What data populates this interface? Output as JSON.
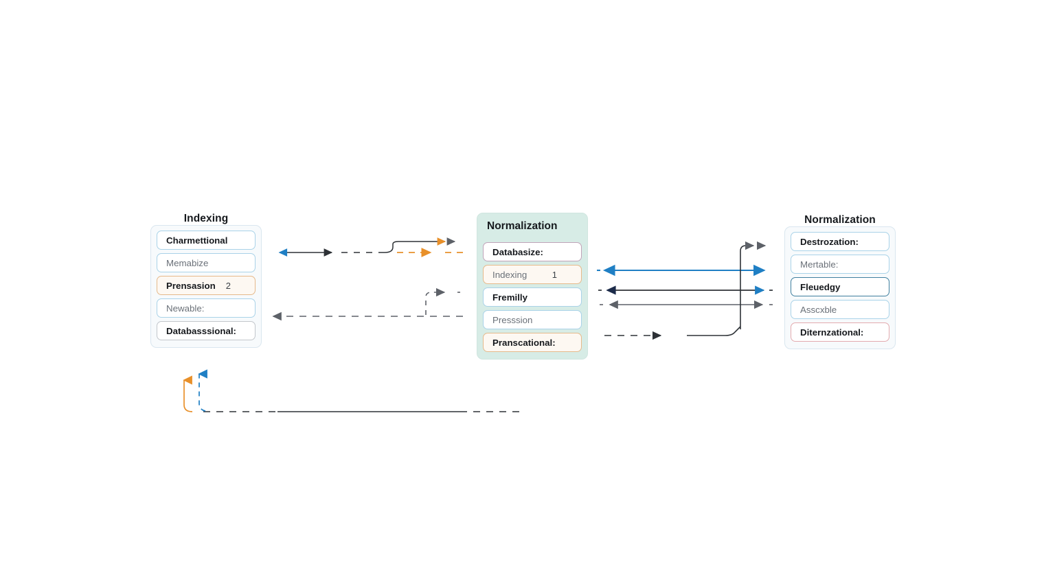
{
  "diagram": {
    "background_color": "#ffffff",
    "accent_blue": "#1f7fc4",
    "accent_orange": "#e8902a",
    "accent_gray": "#5d6168",
    "accent_dark": "#1c2b4a"
  },
  "panels": [
    {
      "id": "indexing",
      "title": "Indexing",
      "title_inside": false,
      "container_style": "plain",
      "cards": [
        {
          "label": "Charmettional",
          "value": "",
          "border": "b-blue",
          "emphasis": "bold"
        },
        {
          "label": "Memabize",
          "value": "",
          "border": "b-blue",
          "emphasis": "muted"
        },
        {
          "label": "Prensasion",
          "value": "2",
          "border": "b-orange",
          "emphasis": "bold"
        },
        {
          "label": "Newable:",
          "value": "",
          "border": "b-blue",
          "emphasis": "muted"
        },
        {
          "label": "Databasssional:",
          "value": "",
          "border": "b-gray",
          "emphasis": "bold"
        }
      ]
    },
    {
      "id": "normalization",
      "title": "Normalization",
      "title_inside": true,
      "container_style": "tinted",
      "cards": [
        {
          "label": "Databasize:",
          "value": "",
          "border": "b-purple",
          "emphasis": "bold"
        },
        {
          "label": "Indexing",
          "value": "1",
          "border": "b-orange",
          "emphasis": "muted"
        },
        {
          "label": "Fremilly",
          "value": "",
          "border": "b-blue",
          "emphasis": "bold"
        },
        {
          "label": "Presssion",
          "value": "",
          "border": "b-blue",
          "emphasis": "muted"
        },
        {
          "label": "Pranscational:",
          "value": "",
          "border": "b-orange",
          "emphasis": "bold"
        }
      ]
    },
    {
      "id": "normalization2",
      "title": "Normalization",
      "title_inside": false,
      "container_style": "plain",
      "cards": [
        {
          "label": "Destrozation:",
          "value": "",
          "border": "b-blue",
          "emphasis": "bold"
        },
        {
          "label": "Mertable:",
          "value": "",
          "border": "b-blue",
          "emphasis": "muted"
        },
        {
          "label": "Fleuedgy",
          "value": "",
          "border": "b-blue-st",
          "emphasis": "bold"
        },
        {
          "label": "Asscxble",
          "value": "",
          "border": "b-blue",
          "emphasis": "muted"
        },
        {
          "label": "Diternzational:",
          "value": "",
          "border": "b-pink",
          "emphasis": "bold"
        }
      ]
    }
  ],
  "connectors": [
    {
      "name": "left-top-solid-return",
      "color": "#2d3136",
      "style": "solid",
      "direction": "left"
    },
    {
      "name": "left-top-orange-dashed",
      "color": "#e8902a",
      "style": "dashed",
      "direction": "right"
    },
    {
      "name": "left-lower-dashed-return",
      "color": "#5d6168",
      "style": "dashed",
      "direction": "left"
    },
    {
      "name": "left-branch-dashed",
      "color": "#5d6168",
      "style": "dashed",
      "direction": "right"
    },
    {
      "name": "mid-right-blue-bidirectional",
      "color": "#1f7fc4",
      "style": "solid",
      "direction": "both"
    },
    {
      "name": "mid-right-dark-solid",
      "color": "#1c2b4a",
      "style": "solid",
      "direction": "both"
    },
    {
      "name": "mid-right-gray-solid",
      "color": "#5d6168",
      "style": "solid",
      "direction": "both"
    },
    {
      "name": "mid-right-bottom-dashed",
      "color": "#2d3136",
      "style": "dashed",
      "direction": "right"
    },
    {
      "name": "bottom-loopback-orange",
      "color": "#e8902a",
      "style": "solid",
      "direction": "up"
    },
    {
      "name": "bottom-loopback-blue",
      "color": "#1f7fc4",
      "style": "dashed",
      "direction": "up"
    }
  ]
}
